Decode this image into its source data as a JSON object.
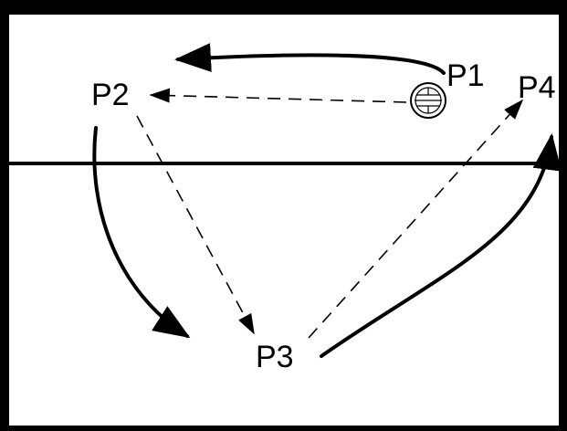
{
  "diagram": {
    "players": [
      {
        "id": "p1",
        "label": "P1"
      },
      {
        "id": "p2",
        "label": "P2"
      },
      {
        "id": "p3",
        "label": "P3"
      },
      {
        "id": "p4",
        "label": "P4"
      }
    ],
    "ball": {
      "icon": "volleyball-icon",
      "held_by": "P1"
    },
    "movements": [
      {
        "type": "player-run",
        "from": "P1",
        "to": "P2",
        "style": "solid"
      },
      {
        "type": "pass",
        "from": "P1",
        "to": "P2",
        "style": "dashed"
      },
      {
        "type": "player-run",
        "from": "P2",
        "to": "P3",
        "style": "solid"
      },
      {
        "type": "pass",
        "from": "P2",
        "to": "P3",
        "style": "dashed"
      },
      {
        "type": "pass",
        "from": "P3",
        "to": "P4",
        "style": "dashed"
      },
      {
        "type": "player-run",
        "from": "P3",
        "to": "P4",
        "style": "solid"
      }
    ],
    "colors": {
      "line": "#000000",
      "background": "#ffffff"
    }
  }
}
